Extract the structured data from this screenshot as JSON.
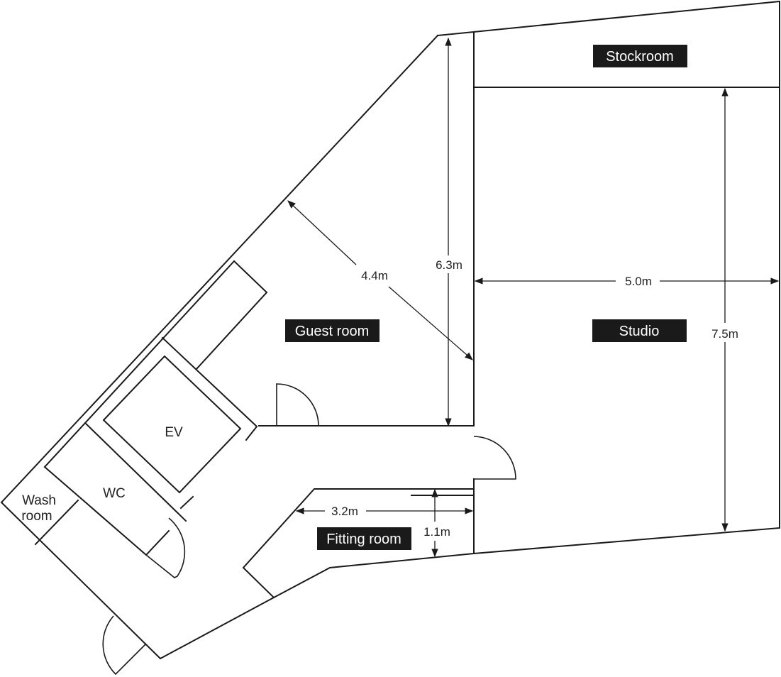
{
  "rooms": {
    "stockroom": "Stockroom",
    "studio": "Studio",
    "guest_room": "Guest room",
    "fitting_room": "Fitting room",
    "ev": "EV",
    "wc": "WC",
    "wash_room_line1": "Wash",
    "wash_room_line2": "room"
  },
  "dimensions": {
    "guest_room_diagonal": "4.4m",
    "guest_room_height": "6.3m",
    "studio_width": "5.0m",
    "studio_height": "7.5m",
    "fitting_room_width": "3.2m",
    "fitting_room_depth": "1.1m"
  },
  "colors": {
    "line": "#1a1a1a",
    "label_fill": "#1a1a1a",
    "label_text": "#ffffff"
  }
}
